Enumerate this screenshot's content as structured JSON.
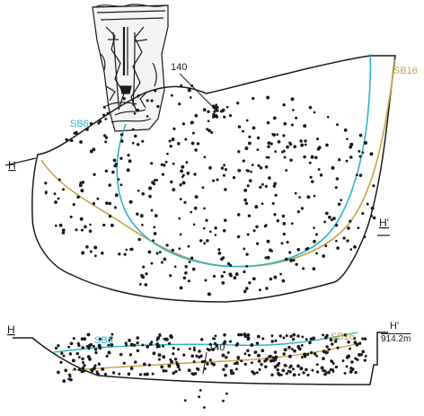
{
  "labels": {
    "artifact_no_plan": "140",
    "artifact_no_section": "140",
    "sb6_plan": "SB6",
    "sb16_plan": "SB16",
    "sb6_section": "SB6",
    "sb16_section": "SB16",
    "h_plan": "H",
    "h_prime_plan": "H'",
    "h_section": "H",
    "h_prime_section": "H'",
    "elevation": "914.2m"
  },
  "colors": {
    "sb6": "#2fb3c8",
    "sb16": "#c9a24a",
    "ink": "#1a1a1a"
  }
}
